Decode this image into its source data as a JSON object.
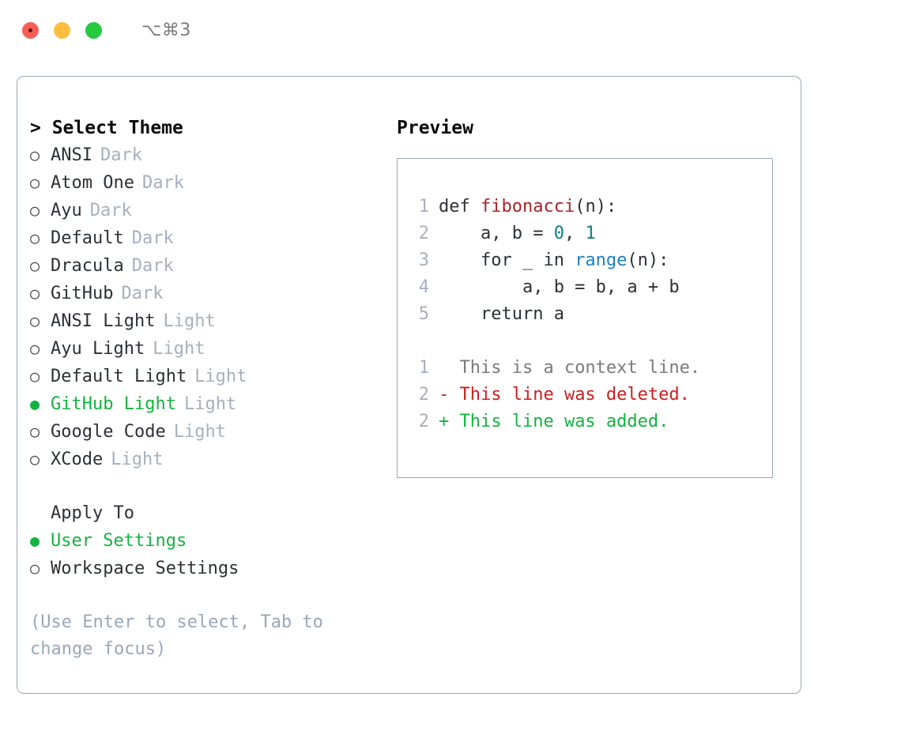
{
  "titlebar": {
    "shortcut": "⌥⌘3",
    "buttons": [
      "close",
      "minimize",
      "maximize"
    ]
  },
  "theme_picker": {
    "heading": "> Select Theme",
    "selected_bullet": "●",
    "unselected_bullet": "○",
    "accent_color": "#14b33f",
    "tag_color": "#a7b0bd",
    "items": [
      {
        "label": "ANSI",
        "tag": "Dark",
        "selected": false
      },
      {
        "label": "Atom One",
        "tag": "Dark",
        "selected": false
      },
      {
        "label": "Ayu",
        "tag": "Dark",
        "selected": false
      },
      {
        "label": "Default",
        "tag": "Dark",
        "selected": false
      },
      {
        "label": "Dracula",
        "tag": "Dark",
        "selected": false
      },
      {
        "label": "GitHub",
        "tag": "Dark",
        "selected": false
      },
      {
        "label": "ANSI Light",
        "tag": "Light",
        "selected": false
      },
      {
        "label": "Ayu Light",
        "tag": "Light",
        "selected": false
      },
      {
        "label": "Default Light",
        "tag": "Light",
        "selected": false
      },
      {
        "label": "GitHub Light",
        "tag": "Light",
        "selected": true
      },
      {
        "label": "Google Code",
        "tag": "Light",
        "selected": false
      },
      {
        "label": "XCode",
        "tag": "Light",
        "selected": false
      }
    ]
  },
  "apply_to": {
    "heading": "Apply To",
    "items": [
      {
        "label": "User Settings",
        "selected": true
      },
      {
        "label": "Workspace Settings",
        "selected": false
      }
    ]
  },
  "hint": "(Use Enter to select, Tab to change focus)",
  "preview": {
    "title": "Preview",
    "code_lines": [
      {
        "no": "1",
        "segments": [
          {
            "text": "def ",
            "kind": "plain"
          },
          {
            "text": "fibonacci",
            "kind": "func"
          },
          {
            "text": "(n):",
            "kind": "plain"
          }
        ]
      },
      {
        "no": "2",
        "segments": [
          {
            "text": "    a, b = ",
            "kind": "plain"
          },
          {
            "text": "0",
            "kind": "num"
          },
          {
            "text": ", ",
            "kind": "plain"
          },
          {
            "text": "1",
            "kind": "num"
          }
        ]
      },
      {
        "no": "3",
        "segments": [
          {
            "text": "    for _ in ",
            "kind": "plain"
          },
          {
            "text": "range",
            "kind": "call"
          },
          {
            "text": "(n):",
            "kind": "plain"
          }
        ]
      },
      {
        "no": "4",
        "segments": [
          {
            "text": "        a, b = b, a + b",
            "kind": "plain"
          }
        ]
      },
      {
        "no": "5",
        "segments": [
          {
            "text": "    return a",
            "kind": "plain"
          }
        ]
      }
    ],
    "diff_lines": [
      {
        "no": "1",
        "marker": " ",
        "text": " This is a context line.",
        "kind": "ctx"
      },
      {
        "no": "2",
        "marker": "-",
        "text": " This line was deleted.",
        "kind": "del"
      },
      {
        "no": "2",
        "marker": "+",
        "text": " This line was added.",
        "kind": "add"
      }
    ]
  }
}
